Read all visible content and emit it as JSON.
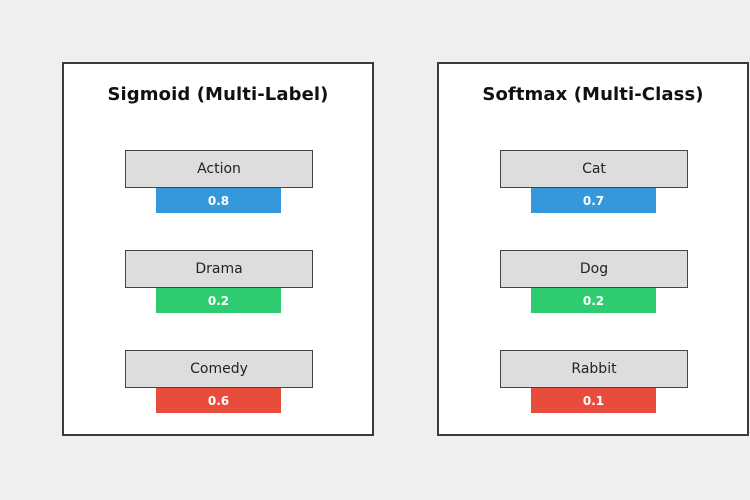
{
  "panels": [
    {
      "title": "Sigmoid (Multi-Label)",
      "items": [
        {
          "label": "Action",
          "value": "0.8",
          "color": "#3498db"
        },
        {
          "label": "Drama",
          "value": "0.2",
          "color": "#2ecc71"
        },
        {
          "label": "Comedy",
          "value": "0.6",
          "color": "#e74c3c"
        }
      ]
    },
    {
      "title": "Softmax (Multi-Class)",
      "items": [
        {
          "label": "Cat",
          "value": "0.7",
          "color": "#3498db"
        },
        {
          "label": "Dog",
          "value": "0.2",
          "color": "#2ecc71"
        },
        {
          "label": "Rabbit",
          "value": "0.1",
          "color": "#e74c3c"
        }
      ]
    }
  ]
}
